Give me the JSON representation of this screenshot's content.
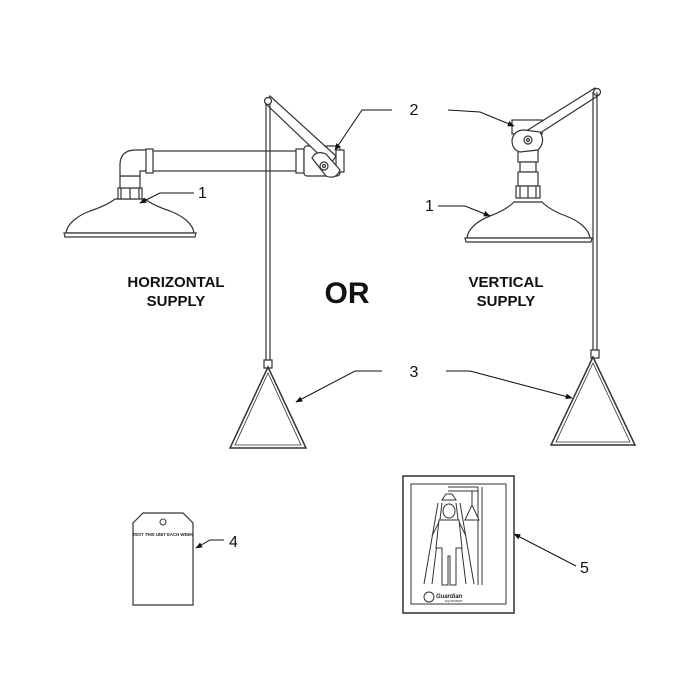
{
  "captions": {
    "horizontal_line1": "HORIZONTAL",
    "horizontal_line2": "SUPPLY",
    "or": "OR",
    "vertical_line1": "VERTICAL",
    "vertical_line2": "SUPPLY"
  },
  "callouts": {
    "showerhead_left": "1",
    "showerhead_right": "1",
    "valve": "2",
    "pull_handle": "3",
    "inspection_tag": "4",
    "sign": "5"
  },
  "tag": {
    "text": "TEST THIS UNIT EACH WEEK"
  },
  "sign": {
    "brand": "Guardian",
    "brand_sub": "EQUIPMENT"
  }
}
